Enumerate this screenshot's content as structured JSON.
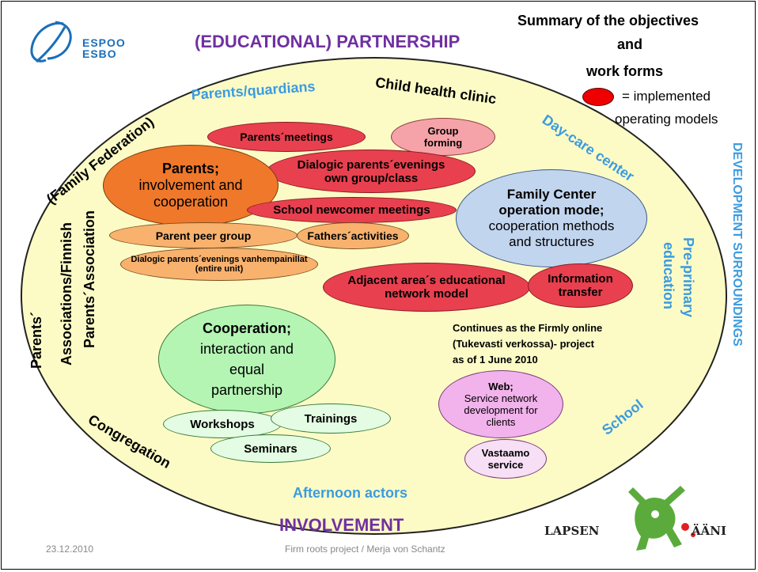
{
  "logo": {
    "line1": "ESPOO",
    "line2": "ESBO"
  },
  "title_top": "(EDUCATIONAL) PARTNERSHIP",
  "title_bottom": "INVOLVEMENT",
  "summary": {
    "line1": "Summary of the objectives",
    "line2": "and",
    "line3": "work forms",
    "legend_text_1": "= implemented",
    "legend_text_2": "operating models"
  },
  "outer_labels": {
    "parents_guardians": "Parents/quardians",
    "child_health_clinic": "Child health clinic",
    "day_care_center": "Day-care center",
    "family_federation": "(Family Federation)",
    "assoc_finnish": "Associations/Finnish",
    "parents_apos": "Parents´",
    "parents_association": "Parents´Association",
    "congregation": "Congregation",
    "afternoon_actors": "Afternoon actors",
    "school": "School",
    "pre_primary_1": "Pre-primary",
    "pre_primary_2": "education",
    "development_surroundings": "DEVELOPMENT SURROUNDINGS"
  },
  "nodes": {
    "parents_meetings": "Parents´meetings",
    "group_forming_1": "Group",
    "group_forming_2": "forming",
    "dialogic_1": "Dialogic parents´evenings",
    "dialogic_2": "own group/class",
    "parents_title": "Parents;",
    "parents_sub1": "involvement and",
    "parents_sub2": "cooperation",
    "newcomer": "School newcomer meetings",
    "peer_group": "Parent peer group",
    "fathers": "Fathers´activities",
    "dialogic_unit_1": "Dialogic parents´evenings vanhempainillat",
    "dialogic_unit_2": "(entire unit)",
    "family_center_1": "Family Center",
    "family_center_2": "operation mode;",
    "family_center_3": "cooperation methods",
    "family_center_4": "and structures",
    "adjacent_1": "Adjacent area´s educational",
    "adjacent_2": "network model",
    "info_1": "Information",
    "info_2": "transfer",
    "continues_1": "Continues as the Firmly online",
    "continues_2": "(Tukevasti verkossa)- project",
    "continues_3": "as of 1 June 2010",
    "coop_title": "Cooperation;",
    "coop_1": "interaction and",
    "coop_2": "equal",
    "coop_3": "partnership",
    "workshops": "Workshops",
    "trainings": "Trainings",
    "seminars": "Seminars",
    "web_title": "Web;",
    "web_1": "Service network",
    "web_2": "development for",
    "web_3": "clients",
    "vastaamo_1": "Vastaamo",
    "vastaamo_2": "service"
  },
  "footer": {
    "date": "23.12.2010",
    "project": "Firm roots project / Merja von Schantz",
    "brand_left": "LAPSEN",
    "brand_right": "ÄÄNI"
  },
  "colors": {
    "red": "#e8404f",
    "pink_light": "#f5a3a8",
    "orange": "#f0782a",
    "orange_light": "#f8b26e",
    "blue_light": "#c2d5ee",
    "green": "#b4f5b4",
    "green_light": "#e3fce3",
    "violet": "#f2b3ec",
    "background_ring": "#fcfbc6"
  }
}
